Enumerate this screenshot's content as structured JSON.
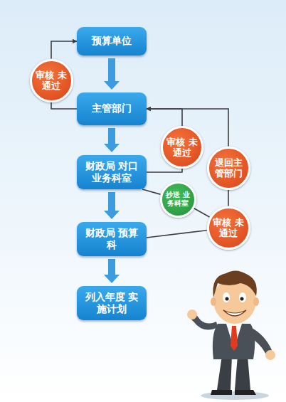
{
  "diagram": {
    "nodes": [
      {
        "text": [
          "预算单位"
        ]
      },
      {
        "text": [
          "审核 未通过"
        ]
      },
      {
        "text": [
          "主管部门"
        ]
      },
      {
        "text": [
          "审核 未通过"
        ]
      },
      {
        "text": [
          "退回主 管部门"
        ]
      },
      {
        "text": [
          "财政局 对口业务科室"
        ]
      },
      {
        "text": [
          "抄送 业务科室"
        ]
      },
      {
        "text": [
          "审核 未通过"
        ]
      },
      {
        "text": [
          "财政局 预算科"
        ]
      },
      {
        "text": [
          "列入年度 实施计划"
        ]
      }
    ],
    "edges": [
      {
        "from": 0,
        "to": 2,
        "arrow": "to"
      },
      {
        "from": 2,
        "to": 5,
        "arrow": "to"
      },
      {
        "from": 5,
        "to": 8,
        "arrow": "to"
      },
      {
        "from": 8,
        "to": 9,
        "arrow": "to"
      },
      {
        "from": 2,
        "to": 1,
        "arrow": "none"
      },
      {
        "from": 1,
        "to": 0,
        "arrow": "to"
      },
      {
        "from": 5,
        "to": 3,
        "arrow": "none"
      },
      {
        "from": 3,
        "to": 2,
        "arrow": "to"
      },
      {
        "from": 5,
        "to": 6,
        "arrow": "none"
      },
      {
        "from": 6,
        "to": 7,
        "arrow": "none"
      },
      {
        "from": 8,
        "to": 7,
        "arrow": "none"
      },
      {
        "from": 7,
        "to": 4,
        "arrow": "none"
      },
      {
        "from": 4,
        "to": 2,
        "arrow": "to"
      }
    ]
  }
}
